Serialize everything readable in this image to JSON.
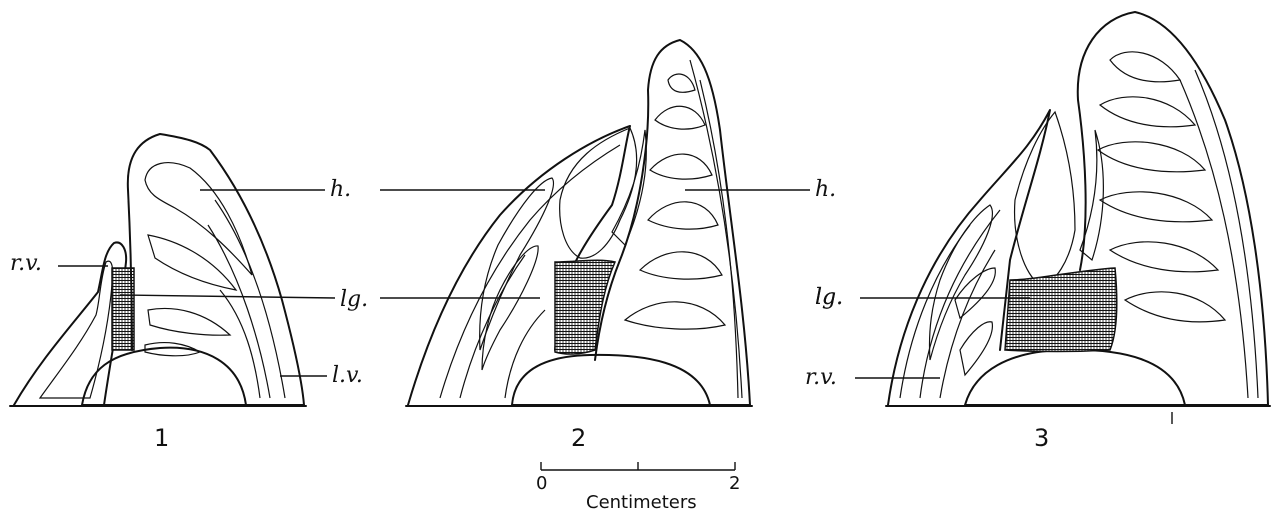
{
  "figures": [
    {
      "number": "1"
    },
    {
      "number": "2"
    },
    {
      "number": "3"
    }
  ],
  "labels": {
    "fig1": {
      "rv": "r.v.",
      "h": "h.",
      "lg": "lg.",
      "lv": "l.v."
    },
    "fig2": {
      "h": "h.",
      "lg": "lg."
    },
    "fig3": {
      "lg": "lg.",
      "rv": "r.v."
    }
  },
  "scale_bar": {
    "ticks": [
      "0",
      "2"
    ],
    "unit_label": "Centimeters"
  }
}
